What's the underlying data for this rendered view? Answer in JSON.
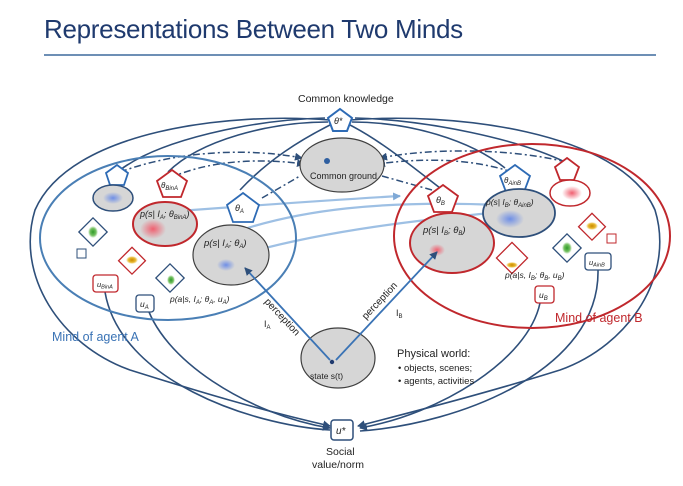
{
  "slide": {
    "title": "Representations Between Two Minds"
  },
  "diagram": {
    "common_knowledge": {
      "label": "Common knowledge",
      "symbol": "θ*"
    },
    "common_ground": {
      "label": "Common ground"
    },
    "physical_world": {
      "state_label": "state s(t)",
      "heading": "Physical world:",
      "bullets": [
        "objects, scenes;",
        "agents, activities"
      ]
    },
    "social": {
      "symbol": "u*",
      "label_line1": "Social",
      "label_line2": "value/norm"
    },
    "agent_a": {
      "mind_label": "Mind of agent A",
      "theta_a": "θ_A",
      "theta_bina": "θ_BinA",
      "belief": "p(s| I_A; θ_A)",
      "belief_bina": "p(s| I_A; θ_BinA)",
      "policy": "p(a|s, I_A; θ_A, u_A)",
      "u_a": "u_A",
      "u_bina": "u_BinA",
      "perception": "perception",
      "perception_symbol": "I_A"
    },
    "agent_b": {
      "mind_label": "Mind of agent B",
      "theta_b": "θ_B",
      "theta_ainb": "θ_AinB",
      "belief": "p(s| I_B; θ_B)",
      "belief_ainb": "p(s| I_B; θ_AinB)",
      "policy": "p(a|s, I_B; θ_B, u_B)",
      "u_b": "u_B",
      "u_ainb": "u_AinB",
      "perception": "perception",
      "perception_symbol": "I_B"
    },
    "colors": {
      "title": "#1f3a6e",
      "mind_a": "#4a7fb5",
      "mind_b": "#c0282d",
      "link": "#2e4f7a",
      "node_fill": "#d6d6d6",
      "node_stroke": "#404040"
    }
  }
}
